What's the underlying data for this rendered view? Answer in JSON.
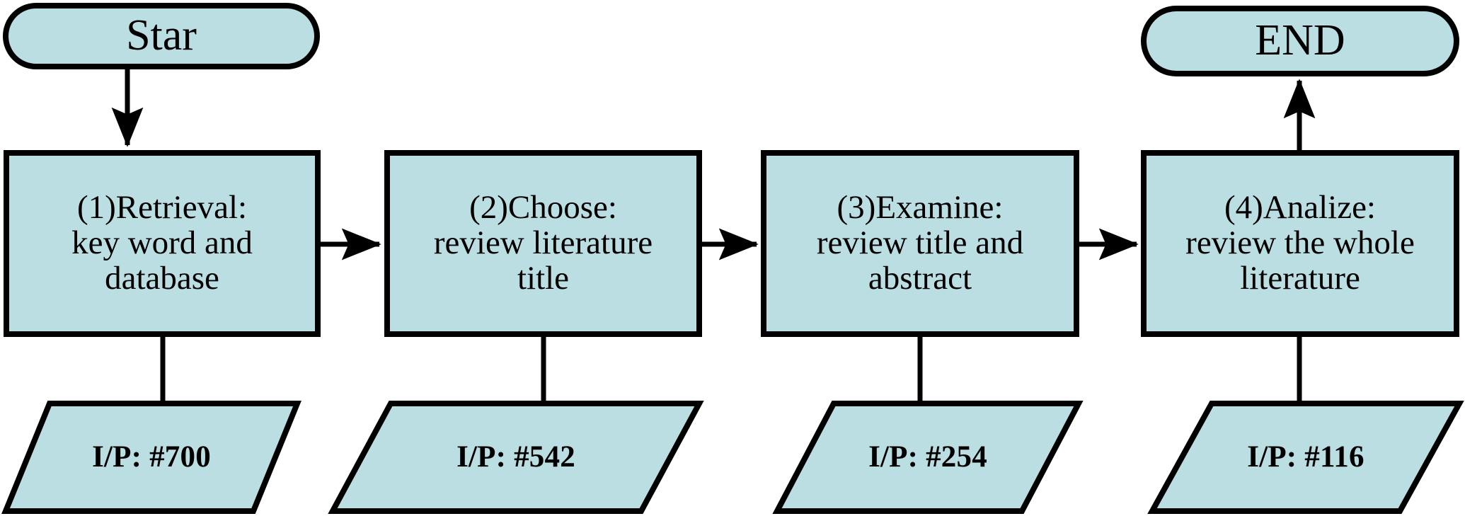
{
  "diagram": {
    "type": "flowchart",
    "orientation": "left-to-right",
    "colors": {
      "shape_fill": "#bbdee2",
      "shape_stroke": "#000000",
      "connector": "#000000",
      "text": "#000000",
      "background": "#ffffff"
    },
    "terminators": [
      {
        "id": "start",
        "label": "Star",
        "shape": "stadium"
      },
      {
        "id": "end",
        "label": "END",
        "shape": "stadium"
      }
    ],
    "steps": [
      {
        "id": "step-1",
        "shape": "process",
        "lines": [
          "(1)Retrieval:",
          "key word and",
          "database"
        ],
        "io": {
          "label": "I/P: #700",
          "prefix": "I/P:",
          "count": "#700",
          "value": 700,
          "shape": "parallelogram"
        }
      },
      {
        "id": "step-2",
        "shape": "process",
        "lines": [
          "(2)Choose:",
          "review literature",
          "title"
        ],
        "io": {
          "label": "I/P: #542",
          "prefix": "I/P:",
          "count": "#542",
          "value": 542,
          "shape": "parallelogram"
        }
      },
      {
        "id": "step-3",
        "shape": "process",
        "lines": [
          "(3)Examine:",
          "review title and",
          "abstract"
        ],
        "io": {
          "label": "I/P: #254",
          "prefix": "I/P:",
          "count": "#254",
          "value": 254,
          "shape": "parallelogram"
        }
      },
      {
        "id": "step-4",
        "shape": "process",
        "lines": [
          "(4)Analize:",
          "review the whole",
          "literature"
        ],
        "io": {
          "label": "I/P: #116",
          "prefix": "I/P:",
          "count": "#116",
          "value": 116,
          "shape": "parallelogram"
        }
      }
    ],
    "connectors": [
      {
        "id": "start-to-step-1",
        "from": "start",
        "to": "step-1",
        "kind": "arrow",
        "direction": "down"
      },
      {
        "id": "step-1-to-step-2",
        "from": "step-1",
        "to": "step-2",
        "kind": "arrow",
        "direction": "right"
      },
      {
        "id": "step-2-to-step-3",
        "from": "step-2",
        "to": "step-3",
        "kind": "arrow",
        "direction": "right"
      },
      {
        "id": "step-3-to-step-4",
        "from": "step-3",
        "to": "step-4",
        "kind": "arrow",
        "direction": "right"
      },
      {
        "id": "step-4-to-end",
        "from": "step-4",
        "to": "end",
        "kind": "arrow",
        "direction": "up"
      },
      {
        "id": "step-1-to-io-1",
        "from": "step-1",
        "to": "io-1",
        "kind": "line",
        "direction": "down"
      },
      {
        "id": "step-2-to-io-2",
        "from": "step-2",
        "to": "io-2",
        "kind": "line",
        "direction": "down"
      },
      {
        "id": "step-3-to-io-3",
        "from": "step-3",
        "to": "io-3",
        "kind": "line",
        "direction": "down"
      },
      {
        "id": "step-4-to-io-4",
        "from": "step-4",
        "to": "io-4",
        "kind": "line",
        "direction": "down"
      }
    ]
  }
}
